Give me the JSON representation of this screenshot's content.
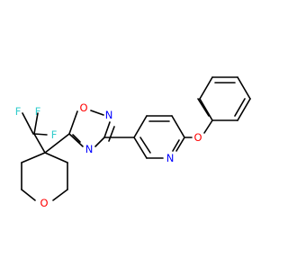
{
  "molecule": {
    "atom_labels": {
      "f1": "F",
      "f2": "F",
      "f3": "F",
      "o_ring_oxadiazole": "O",
      "n_oxadiazole_2": "N",
      "n_oxadiazole_4": "N",
      "n_pyridine": "N",
      "o_ether": "O",
      "o_oxane": "O"
    },
    "colors": {
      "bond": "#000000",
      "oxygen": "#ff0000",
      "nitrogen": "#0000ff",
      "fluorine": "#33cccc"
    }
  }
}
